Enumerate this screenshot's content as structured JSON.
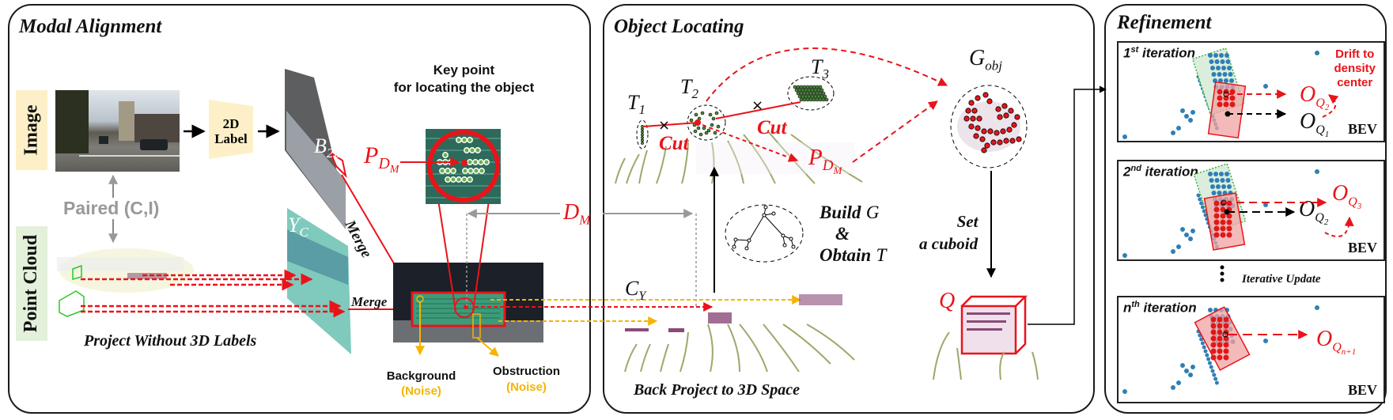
{
  "panels": {
    "modal_alignment": {
      "title": "Modal Alignment",
      "row_labels": {
        "image": "Image",
        "point_cloud": "Point Cloud"
      },
      "label_box": {
        "line1": "2D",
        "line2": "Label"
      },
      "paired": "Paired (C,I)",
      "b2d": {
        "main": "B",
        "sub": "2D"
      },
      "yc": {
        "main": "Y",
        "sub": "C"
      },
      "merge_diag": "Merge",
      "merge_horiz": "Merge",
      "key_point": {
        "line1": "Key point",
        "line2": "for locating the object"
      },
      "pdm": {
        "main": "P",
        "sub": "D",
        "subsub": "M"
      },
      "dm": {
        "main": "D",
        "sub": "M"
      },
      "project_caption": "Project Without 3D Labels",
      "background": {
        "label": "Background",
        "note": "(Noise)"
      },
      "obstruction": {
        "label": "Obstruction",
        "note": "(Noise)"
      }
    },
    "object_locating": {
      "title": "Object Locating",
      "t1": {
        "main": "T",
        "sub": "1"
      },
      "t2": {
        "main": "T",
        "sub": "2"
      },
      "t3": {
        "main": "T",
        "sub": "3"
      },
      "cut1": "Cut",
      "cut2": "Cut",
      "pdm": {
        "main": "P",
        "sub": "D",
        "subsub": "M"
      },
      "gobj": {
        "main": "G",
        "sub": "obj"
      },
      "build": {
        "line1": "Build",
        "g": "G",
        "amp": "&",
        "line3": "Obtain",
        "t": "T"
      },
      "set_cuboid": {
        "line1": "Set",
        "line2": "a cuboid"
      },
      "q": "Q",
      "cy": {
        "main": "C",
        "sub": "Y"
      },
      "caption": "Back Project to 3D Space"
    },
    "refinement": {
      "title": "Refinement",
      "iterations": [
        {
          "ord": "1",
          "sup": "st",
          "word": "iteration",
          "red": {
            "main": "O",
            "sub": "Q",
            "subsub": "2"
          },
          "black": {
            "main": "O",
            "sub": "Q",
            "subsub": "1"
          },
          "bev": "BEV"
        },
        {
          "ord": "2",
          "sup": "nd",
          "word": "iteration",
          "red": {
            "main": "O",
            "sub": "Q",
            "subsub": "3"
          },
          "black": {
            "main": "O",
            "sub": "Q",
            "subsub": "2"
          },
          "bev": "BEV"
        },
        {
          "ord": "n",
          "sup": "th",
          "word": "iteration",
          "red": {
            "main": "O",
            "sub": "Q",
            "subsub": "n+1"
          },
          "bev": "BEV"
        }
      ],
      "drift": {
        "line1": "Drift to",
        "line2": "density",
        "line3": "center"
      },
      "iterative_update": "Iterative Update"
    }
  },
  "colors": {
    "red": "#e8141a",
    "yellow": "#f5b400",
    "gray": "#999999",
    "label_bg_image": "#fdf0c8",
    "label_bg_pc": "#e3f0da",
    "blue_points": "#2f7fb5",
    "green_points": "#5a8a3a"
  }
}
